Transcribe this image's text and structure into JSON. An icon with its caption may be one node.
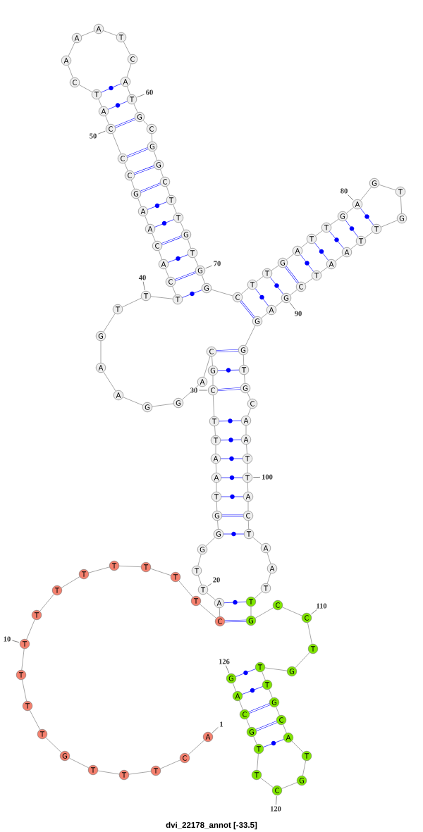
{
  "diagram": {
    "caption": "dvi_22178_annot [-33.5]",
    "nodes": [
      {
        "text": [
          "A"
        ]
      },
      {
        "text": [
          "C"
        ]
      },
      {
        "text": [
          "T"
        ]
      },
      {
        "text": [
          "T"
        ]
      },
      {
        "text": [
          "T"
        ]
      },
      {
        "text": [
          "G"
        ]
      },
      {
        "text": [
          "T"
        ]
      },
      {
        "text": [
          "T"
        ]
      },
      {
        "text": [
          "T"
        ]
      },
      {
        "text": [
          "T"
        ]
      },
      {
        "text": [
          "T"
        ]
      },
      {
        "text": [
          "T"
        ]
      },
      {
        "text": [
          "T"
        ]
      },
      {
        "text": [
          "T"
        ]
      },
      {
        "text": [
          "T"
        ]
      },
      {
        "text": [
          "T"
        ]
      },
      {
        "text": [
          "T"
        ]
      },
      {
        "text": [
          "C"
        ]
      },
      {
        "text": [
          "A"
        ]
      },
      {
        "text": [
          "T"
        ]
      },
      {
        "text": [
          "T"
        ]
      },
      {
        "text": [
          "G"
        ]
      },
      {
        "text": [
          "G"
        ]
      },
      {
        "text": [
          "G"
        ]
      },
      {
        "text": [
          "T"
        ]
      },
      {
        "text": [
          "A"
        ]
      },
      {
        "text": [
          "A"
        ]
      },
      {
        "text": [
          "T"
        ]
      },
      {
        "text": [
          "T"
        ]
      },
      {
        "text": [
          "C"
        ]
      },
      {
        "text": [
          "G"
        ]
      },
      {
        "text": [
          "C"
        ]
      },
      {
        "text": [
          "A"
        ]
      },
      {
        "text": [
          "G"
        ]
      },
      {
        "text": [
          "G"
        ]
      },
      {
        "text": [
          "A"
        ]
      },
      {
        "text": [
          "A"
        ]
      },
      {
        "text": [
          "G"
        ]
      },
      {
        "text": [
          "T"
        ]
      },
      {
        "text": [
          "T"
        ]
      },
      {
        "text": [
          "T"
        ]
      },
      {
        "text": [
          "C"
        ]
      },
      {
        "text": [
          "A"
        ]
      },
      {
        "text": [
          "C"
        ]
      },
      {
        "text": [
          "A"
        ]
      },
      {
        "text": [
          "A"
        ]
      },
      {
        "text": [
          "G"
        ]
      },
      {
        "text": [
          "C"
        ]
      },
      {
        "text": [
          "C"
        ]
      },
      {
        "text": [
          "C"
        ]
      },
      {
        "text": [
          "A"
        ]
      },
      {
        "text": [
          "T"
        ]
      },
      {
        "text": [
          "C"
        ]
      },
      {
        "text": [
          "A"
        ]
      },
      {
        "text": [
          "A"
        ]
      },
      {
        "text": [
          "A"
        ]
      },
      {
        "text": [
          "T"
        ]
      },
      {
        "text": [
          "C"
        ]
      },
      {
        "text": [
          "A"
        ]
      },
      {
        "text": [
          "T"
        ]
      },
      {
        "text": [
          "G"
        ]
      },
      {
        "text": [
          "C"
        ]
      },
      {
        "text": [
          "G"
        ]
      },
      {
        "text": [
          "G"
        ]
      },
      {
        "text": [
          "C"
        ]
      },
      {
        "text": [
          "T"
        ]
      },
      {
        "text": [
          "T"
        ]
      },
      {
        "text": [
          "G"
        ]
      },
      {
        "text": [
          "T"
        ]
      },
      {
        "text": [
          "G"
        ]
      },
      {
        "text": [
          "G"
        ]
      },
      {
        "text": [
          "C"
        ]
      },
      {
        "text": [
          "T"
        ]
      },
      {
        "text": [
          "T"
        ]
      },
      {
        "text": [
          "G"
        ]
      },
      {
        "text": [
          "A"
        ]
      },
      {
        "text": [
          "T"
        ]
      },
      {
        "text": [
          "T"
        ]
      },
      {
        "text": [
          "G"
        ]
      },
      {
        "text": [
          "A"
        ]
      },
      {
        "text": [
          "G"
        ]
      },
      {
        "text": [
          "T"
        ]
      },
      {
        "text": [
          "G"
        ]
      },
      {
        "text": [
          "T"
        ]
      },
      {
        "text": [
          "T"
        ]
      },
      {
        "text": [
          "A"
        ]
      },
      {
        "text": [
          "A"
        ]
      },
      {
        "text": [
          "T"
        ]
      },
      {
        "text": [
          "C"
        ]
      },
      {
        "text": [
          "G"
        ]
      },
      {
        "text": [
          "A"
        ]
      },
      {
        "text": [
          "G"
        ]
      },
      {
        "text": [
          "G"
        ]
      },
      {
        "text": [
          "T"
        ]
      },
      {
        "text": [
          "G"
        ]
      },
      {
        "text": [
          "C"
        ]
      },
      {
        "text": [
          "A"
        ]
      },
      {
        "text": [
          "A"
        ]
      },
      {
        "text": [
          "T"
        ]
      },
      {
        "text": [
          "T"
        ]
      },
      {
        "text": [
          "A"
        ]
      },
      {
        "text": [
          "C"
        ]
      },
      {
        "text": [
          "T"
        ]
      },
      {
        "text": [
          "A"
        ]
      },
      {
        "text": [
          "A"
        ]
      },
      {
        "text": [
          "T"
        ]
      },
      {
        "text": [
          "T"
        ]
      },
      {
        "text": [
          "G"
        ]
      },
      {
        "text": [
          "C"
        ]
      },
      {
        "text": [
          "C"
        ]
      },
      {
        "text": [
          "T"
        ]
      },
      {
        "text": [
          "G"
        ]
      },
      {
        "text": [
          "T"
        ]
      },
      {
        "text": [
          "T"
        ]
      },
      {
        "text": [
          "G"
        ]
      },
      {
        "text": [
          "C"
        ]
      },
      {
        "text": [
          "A"
        ]
      },
      {
        "text": [
          "T"
        ]
      },
      {
        "text": [
          "G"
        ]
      },
      {
        "text": [
          "C"
        ]
      },
      {
        "text": [
          "T"
        ]
      },
      {
        "text": [
          "T"
        ]
      },
      {
        "text": [
          "G"
        ]
      },
      {
        "text": [
          "C"
        ]
      },
      {
        "text": [
          "A"
        ]
      },
      {
        "text": [
          "G"
        ]
      },
      {
        "text": [
          "1"
        ]
      },
      {
        "text": [
          "10"
        ]
      },
      {
        "text": [
          "20"
        ]
      },
      {
        "text": [
          "30"
        ]
      },
      {
        "text": [
          "40"
        ]
      },
      {
        "text": [
          "50"
        ]
      },
      {
        "text": [
          "60"
        ]
      },
      {
        "text": [
          "70"
        ]
      },
      {
        "text": [
          "80"
        ]
      },
      {
        "text": [
          "90"
        ]
      },
      {
        "text": [
          "100"
        ]
      },
      {
        "text": [
          "110"
        ]
      },
      {
        "text": [
          "120"
        ]
      },
      {
        "text": [
          "126"
        ]
      }
    ],
    "edges": [
      {
        "from": 0,
        "to": 1,
        "arrow": "none"
      },
      {
        "from": 1,
        "to": 2,
        "arrow": "none"
      },
      {
        "from": 2,
        "to": 3,
        "arrow": "none"
      },
      {
        "from": 3,
        "to": 4,
        "arrow": "none"
      },
      {
        "from": 4,
        "to": 5,
        "arrow": "none"
      },
      {
        "from": 5,
        "to": 6,
        "arrow": "none"
      },
      {
        "from": 6,
        "to": 7,
        "arrow": "none"
      },
      {
        "from": 7,
        "to": 8,
        "arrow": "none"
      },
      {
        "from": 8,
        "to": 9,
        "arrow": "none"
      },
      {
        "from": 9,
        "to": 10,
        "arrow": "none"
      },
      {
        "from": 10,
        "to": 11,
        "arrow": "none"
      },
      {
        "from": 11,
        "to": 12,
        "arrow": "none"
      },
      {
        "from": 12,
        "to": 13,
        "arrow": "none"
      },
      {
        "from": 13,
        "to": 14,
        "arrow": "none"
      },
      {
        "from": 14,
        "to": 15,
        "arrow": "none"
      },
      {
        "from": 15,
        "to": 16,
        "arrow": "none"
      },
      {
        "from": 16,
        "to": 17,
        "arrow": "none"
      },
      {
        "from": 17,
        "to": 18,
        "arrow": "none"
      },
      {
        "from": 18,
        "to": 19,
        "arrow": "none"
      },
      {
        "from": 19,
        "to": 20,
        "arrow": "none"
      },
      {
        "from": 20,
        "to": 21,
        "arrow": "none"
      },
      {
        "from": 21,
        "to": 22,
        "arrow": "none"
      },
      {
        "from": 22,
        "to": 23,
        "arrow": "none"
      },
      {
        "from": 23,
        "to": 24,
        "arrow": "none"
      },
      {
        "from": 24,
        "to": 25,
        "arrow": "none"
      },
      {
        "from": 25,
        "to": 26,
        "arrow": "none"
      },
      {
        "from": 26,
        "to": 27,
        "arrow": "none"
      },
      {
        "from": 27,
        "to": 28,
        "arrow": "none"
      },
      {
        "from": 28,
        "to": 29,
        "arrow": "none"
      },
      {
        "from": 29,
        "to": 30,
        "arrow": "none"
      },
      {
        "from": 30,
        "to": 31,
        "arrow": "none"
      },
      {
        "from": 31,
        "to": 32,
        "arrow": "none"
      },
      {
        "from": 32,
        "to": 33,
        "arrow": "none"
      },
      {
        "from": 33,
        "to": 34,
        "arrow": "none"
      },
      {
        "from": 34,
        "to": 35,
        "arrow": "none"
      },
      {
        "from": 35,
        "to": 36,
        "arrow": "none"
      },
      {
        "from": 36,
        "to": 37,
        "arrow": "none"
      },
      {
        "from": 37,
        "to": 38,
        "arrow": "none"
      },
      {
        "from": 38,
        "to": 39,
        "arrow": "none"
      },
      {
        "from": 39,
        "to": 40,
        "arrow": "none"
      },
      {
        "from": 40,
        "to": 41,
        "arrow": "none"
      },
      {
        "from": 41,
        "to": 42,
        "arrow": "none"
      },
      {
        "from": 42,
        "to": 43,
        "arrow": "none"
      },
      {
        "from": 43,
        "to": 44,
        "arrow": "none"
      },
      {
        "from": 44,
        "to": 45,
        "arrow": "none"
      },
      {
        "from": 45,
        "to": 46,
        "arrow": "none"
      },
      {
        "from": 46,
        "to": 47,
        "arrow": "none"
      },
      {
        "from": 47,
        "to": 48,
        "arrow": "none"
      },
      {
        "from": 48,
        "to": 49,
        "arrow": "none"
      },
      {
        "from": 49,
        "to": 50,
        "arrow": "none"
      },
      {
        "from": 50,
        "to": 51,
        "arrow": "none"
      },
      {
        "from": 51,
        "to": 52,
        "arrow": "none"
      },
      {
        "from": 52,
        "to": 53,
        "arrow": "none"
      },
      {
        "from": 53,
        "to": 54,
        "arrow": "none"
      },
      {
        "from": 54,
        "to": 55,
        "arrow": "none"
      },
      {
        "from": 55,
        "to": 56,
        "arrow": "none"
      },
      {
        "from": 56,
        "to": 57,
        "arrow": "none"
      },
      {
        "from": 57,
        "to": 58,
        "arrow": "none"
      },
      {
        "from": 58,
        "to": 59,
        "arrow": "none"
      },
      {
        "from": 59,
        "to": 60,
        "arrow": "none"
      },
      {
        "from": 60,
        "to": 61,
        "arrow": "none"
      },
      {
        "from": 61,
        "to": 62,
        "arrow": "none"
      },
      {
        "from": 62,
        "to": 63,
        "arrow": "none"
      },
      {
        "from": 63,
        "to": 64,
        "arrow": "none"
      },
      {
        "from": 64,
        "to": 65,
        "arrow": "none"
      },
      {
        "from": 65,
        "to": 66,
        "arrow": "none"
      },
      {
        "from": 66,
        "to": 67,
        "arrow": "none"
      },
      {
        "from": 67,
        "to": 68,
        "arrow": "none"
      },
      {
        "from": 68,
        "to": 69,
        "arrow": "none"
      },
      {
        "from": 69,
        "to": 70,
        "arrow": "none"
      },
      {
        "from": 70,
        "to": 71,
        "arrow": "none"
      },
      {
        "from": 71,
        "to": 72,
        "arrow": "none"
      },
      {
        "from": 72,
        "to": 73,
        "arrow": "none"
      },
      {
        "from": 73,
        "to": 74,
        "arrow": "none"
      },
      {
        "from": 74,
        "to": 75,
        "arrow": "none"
      },
      {
        "from": 75,
        "to": 76,
        "arrow": "none"
      },
      {
        "from": 76,
        "to": 77,
        "arrow": "none"
      },
      {
        "from": 77,
        "to": 78,
        "arrow": "none"
      },
      {
        "from": 78,
        "to": 79,
        "arrow": "none"
      },
      {
        "from": 79,
        "to": 80,
        "arrow": "none"
      },
      {
        "from": 80,
        "to": 81,
        "arrow": "none"
      },
      {
        "from": 81,
        "to": 82,
        "arrow": "none"
      },
      {
        "from": 82,
        "to": 83,
        "arrow": "none"
      },
      {
        "from": 83,
        "to": 84,
        "arrow": "none"
      },
      {
        "from": 84,
        "to": 85,
        "arrow": "none"
      },
      {
        "from": 85,
        "to": 86,
        "arrow": "none"
      },
      {
        "from": 86,
        "to": 87,
        "arrow": "none"
      },
      {
        "from": 87,
        "to": 88,
        "arrow": "none"
      },
      {
        "from": 88,
        "to": 89,
        "arrow": "none"
      },
      {
        "from": 89,
        "to": 90,
        "arrow": "none"
      },
      {
        "from": 90,
        "to": 91,
        "arrow": "none"
      },
      {
        "from": 91,
        "to": 92,
        "arrow": "none"
      },
      {
        "from": 92,
        "to": 93,
        "arrow": "none"
      },
      {
        "from": 93,
        "to": 94,
        "arrow": "none"
      },
      {
        "from": 94,
        "to": 95,
        "arrow": "none"
      },
      {
        "from": 95,
        "to": 96,
        "arrow": "none"
      },
      {
        "from": 96,
        "to": 97,
        "arrow": "none"
      },
      {
        "from": 97,
        "to": 98,
        "arrow": "none"
      },
      {
        "from": 98,
        "to": 99,
        "arrow": "none"
      },
      {
        "from": 99,
        "to": 100,
        "arrow": "none"
      },
      {
        "from": 100,
        "to": 101,
        "arrow": "none"
      },
      {
        "from": 101,
        "to": 102,
        "arrow": "none"
      },
      {
        "from": 102,
        "to": 103,
        "arrow": "none"
      },
      {
        "from": 103,
        "to": 104,
        "arrow": "none"
      },
      {
        "from": 104,
        "to": 105,
        "arrow": "none"
      },
      {
        "from": 105,
        "to": 106,
        "arrow": "none"
      },
      {
        "from": 106,
        "to": 107,
        "arrow": "none"
      },
      {
        "from": 107,
        "to": 108,
        "arrow": "none"
      },
      {
        "from": 108,
        "to": 109,
        "arrow": "none"
      },
      {
        "from": 109,
        "to": 110,
        "arrow": "none"
      },
      {
        "from": 110,
        "to": 111,
        "arrow": "none"
      },
      {
        "from": 111,
        "to": 112,
        "arrow": "none"
      },
      {
        "from": 112,
        "to": 113,
        "arrow": "none"
      },
      {
        "from": 113,
        "to": 114,
        "arrow": "none"
      },
      {
        "from": 114,
        "to": 115,
        "arrow": "none"
      },
      {
        "from": 115,
        "to": 116,
        "arrow": "none"
      },
      {
        "from": 116,
        "to": 117,
        "arrow": "none"
      },
      {
        "from": 117,
        "to": 118,
        "arrow": "none"
      },
      {
        "from": 118,
        "to": 119,
        "arrow": "none"
      },
      {
        "from": 119,
        "to": 120,
        "arrow": "none"
      },
      {
        "from": 120,
        "to": 121,
        "arrow": "none"
      },
      {
        "from": 121,
        "to": 122,
        "arrow": "none"
      },
      {
        "from": 122,
        "to": 123,
        "arrow": "none"
      },
      {
        "from": 123,
        "to": 124,
        "arrow": "none"
      },
      {
        "from": 124,
        "to": 125,
        "arrow": "none"
      },
      {
        "from": 17,
        "to": 107,
        "arrow": "none",
        "style": "thick",
        "color": "#0000ff"
      },
      {
        "from": 18,
        "to": 106,
        "arrow": "none",
        "color": "#0000ff"
      },
      {
        "from": 22,
        "to": 102,
        "arrow": "none",
        "color": "#0000ff"
      },
      {
        "from": 23,
        "to": 101,
        "arrow": "none",
        "style": "thick",
        "color": "#0000ff"
      },
      {
        "from": 24,
        "to": 100,
        "arrow": "none",
        "color": "#0000ff"
      },
      {
        "from": 25,
        "to": 99,
        "arrow": "none",
        "color": "#0000ff"
      },
      {
        "from": 26,
        "to": 98,
        "arrow": "none",
        "color": "#0000ff"
      },
      {
        "from": 27,
        "to": 97,
        "arrow": "none",
        "color": "#0000ff"
      },
      {
        "from": 28,
        "to": 96,
        "arrow": "none",
        "color": "#0000ff"
      },
      {
        "from": 29,
        "to": 94,
        "arrow": "none",
        "style": "thick",
        "color": "#0000ff"
      },
      {
        "from": 30,
        "to": 93,
        "arrow": "none",
        "color": "#0000ff"
      },
      {
        "from": 31,
        "to": 92,
        "arrow": "none",
        "style": "thick",
        "color": "#0000ff"
      },
      {
        "from": 40,
        "to": 70,
        "arrow": "none",
        "color": "#0000ff"
      },
      {
        "from": 41,
        "to": 69,
        "arrow": "none",
        "style": "thick",
        "color": "#0000ff"
      },
      {
        "from": 42,
        "to": 68,
        "arrow": "none",
        "color": "#0000ff"
      },
      {
        "from": 43,
        "to": 67,
        "arrow": "none",
        "style": "thick",
        "color": "#0000ff"
      },
      {
        "from": 44,
        "to": 66,
        "arrow": "none",
        "color": "#0000ff"
      },
      {
        "from": 45,
        "to": 65,
        "arrow": "none",
        "color": "#0000ff"
      },
      {
        "from": 46,
        "to": 64,
        "arrow": "none",
        "style": "thick",
        "color": "#0000ff"
      },
      {
        "from": 47,
        "to": 63,
        "arrow": "none",
        "style": "thick",
        "color": "#0000ff"
      },
      {
        "from": 48,
        "to": 62,
        "arrow": "none",
        "style": "thick",
        "color": "#0000ff"
      },
      {
        "from": 49,
        "to": 60,
        "arrow": "none",
        "style": "thick",
        "color": "#0000ff"
      },
      {
        "from": 50,
        "to": 59,
        "arrow": "none",
        "color": "#0000ff"
      },
      {
        "from": 51,
        "to": 58,
        "arrow": "none",
        "color": "#0000ff"
      },
      {
        "from": 71,
        "to": 91,
        "arrow": "none",
        "style": "thick",
        "color": "#0000ff"
      },
      {
        "from": 72,
        "to": 90,
        "arrow": "none",
        "color": "#0000ff"
      },
      {
        "from": 73,
        "to": 89,
        "arrow": "none",
        "color": "#0000ff"
      },
      {
        "from": 74,
        "to": 88,
        "arrow": "none",
        "style": "thick",
        "color": "#0000ff"
      },
      {
        "from": 75,
        "to": 87,
        "arrow": "none",
        "color": "#0000ff"
      },
      {
        "from": 76,
        "to": 86,
        "arrow": "none",
        "color": "#0000ff"
      },
      {
        "from": 77,
        "to": 85,
        "arrow": "none",
        "color": "#0000ff"
      },
      {
        "from": 78,
        "to": 84,
        "arrow": "none",
        "color": "#0000ff"
      },
      {
        "from": 79,
        "to": 83,
        "arrow": "none",
        "color": "#0000ff"
      },
      {
        "from": 112,
        "to": 125,
        "arrow": "none",
        "color": "#0000ff"
      },
      {
        "from": 113,
        "to": 124,
        "arrow": "none",
        "color": "#0000ff"
      },
      {
        "from": 114,
        "to": 123,
        "arrow": "none",
        "style": "thick",
        "color": "#0000ff"
      },
      {
        "from": 115,
        "to": 122,
        "arrow": "none",
        "style": "thick",
        "color": "#0000ff"
      },
      {
        "from": 116,
        "to": 121,
        "arrow": "none",
        "color": "#0000ff"
      },
      {
        "from": 126,
        "to": 0,
        "arrow": "none",
        "color": "#333333"
      },
      {
        "from": 127,
        "to": 9,
        "arrow": "none",
        "color": "#333333"
      },
      {
        "from": 128,
        "to": 19,
        "arrow": "none",
        "color": "#333333"
      },
      {
        "from": 129,
        "to": 29,
        "arrow": "none",
        "color": "#333333"
      },
      {
        "from": 130,
        "to": 39,
        "arrow": "none",
        "color": "#333333"
      },
      {
        "from": 131,
        "to": 49,
        "arrow": "none",
        "color": "#333333"
      },
      {
        "from": 132,
        "to": 59,
        "arrow": "none",
        "color": "#333333"
      },
      {
        "from": 133,
        "to": 69,
        "arrow": "none",
        "color": "#333333"
      },
      {
        "from": 134,
        "to": 79,
        "arrow": "none",
        "color": "#333333"
      },
      {
        "from": 135,
        "to": 89,
        "arrow": "none",
        "color": "#333333"
      },
      {
        "from": 136,
        "to": 99,
        "arrow": "none",
        "color": "#333333"
      },
      {
        "from": 137,
        "to": 109,
        "arrow": "none",
        "color": "#333333"
      },
      {
        "from": 138,
        "to": 119,
        "arrow": "none",
        "color": "#333333"
      },
      {
        "from": 139,
        "to": 125,
        "arrow": "none",
        "color": "#333333"
      }
    ]
  }
}
